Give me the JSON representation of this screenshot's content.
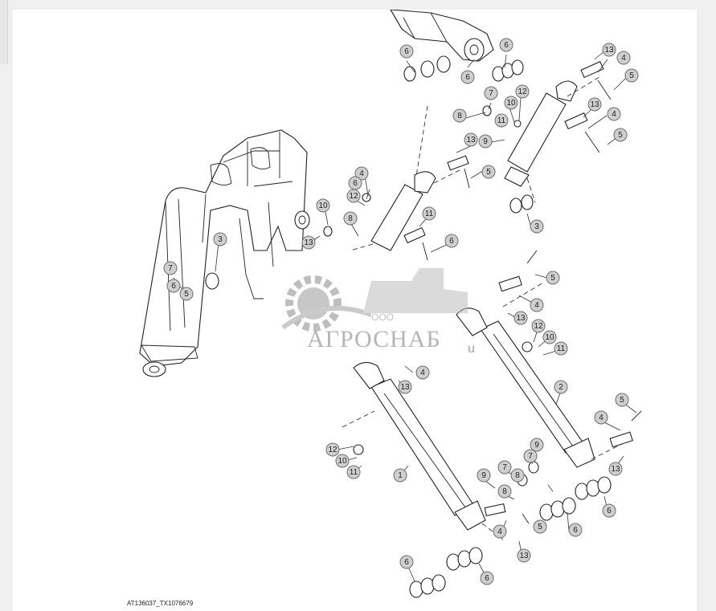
{
  "figure_id": "AT136037_TX1076679",
  "watermark": {
    "company_prefix": "ООО",
    "company_name": "АГРОСНАБ",
    "suffix": "u"
  },
  "callouts": [
    {
      "label": "6"
    },
    {
      "label": "6"
    },
    {
      "label": "6"
    },
    {
      "label": "13"
    },
    {
      "label": "4"
    },
    {
      "label": "5"
    },
    {
      "label": "7"
    },
    {
      "label": "12"
    },
    {
      "label": "10"
    },
    {
      "label": "8"
    },
    {
      "label": "11"
    },
    {
      "label": "13"
    },
    {
      "label": "4"
    },
    {
      "label": "9"
    },
    {
      "label": "13"
    },
    {
      "label": "5"
    },
    {
      "label": "5"
    },
    {
      "label": "3"
    },
    {
      "label": "4"
    },
    {
      "label": "6"
    },
    {
      "label": "12"
    },
    {
      "label": "10"
    },
    {
      "label": "11"
    },
    {
      "label": "8"
    },
    {
      "label": "13"
    },
    {
      "label": "3"
    },
    {
      "label": "7"
    },
    {
      "label": "6"
    },
    {
      "label": "6"
    },
    {
      "label": "5"
    },
    {
      "label": "5"
    },
    {
      "label": "4"
    },
    {
      "label": "13"
    },
    {
      "label": "12"
    },
    {
      "label": "10"
    },
    {
      "label": "11"
    },
    {
      "label": "4"
    },
    {
      "label": "13"
    },
    {
      "label": "2"
    },
    {
      "label": "5"
    },
    {
      "label": "4"
    },
    {
      "label": "13"
    },
    {
      "label": "12"
    },
    {
      "label": "10"
    },
    {
      "label": "11"
    },
    {
      "label": "1"
    },
    {
      "label": "9"
    },
    {
      "label": "7"
    },
    {
      "label": "9"
    },
    {
      "label": "7"
    },
    {
      "label": "8"
    },
    {
      "label": "8"
    },
    {
      "label": "6"
    },
    {
      "label": "6"
    },
    {
      "label": "5"
    },
    {
      "label": "4"
    },
    {
      "label": "13"
    },
    {
      "label": "6"
    },
    {
      "label": "6"
    }
  ]
}
